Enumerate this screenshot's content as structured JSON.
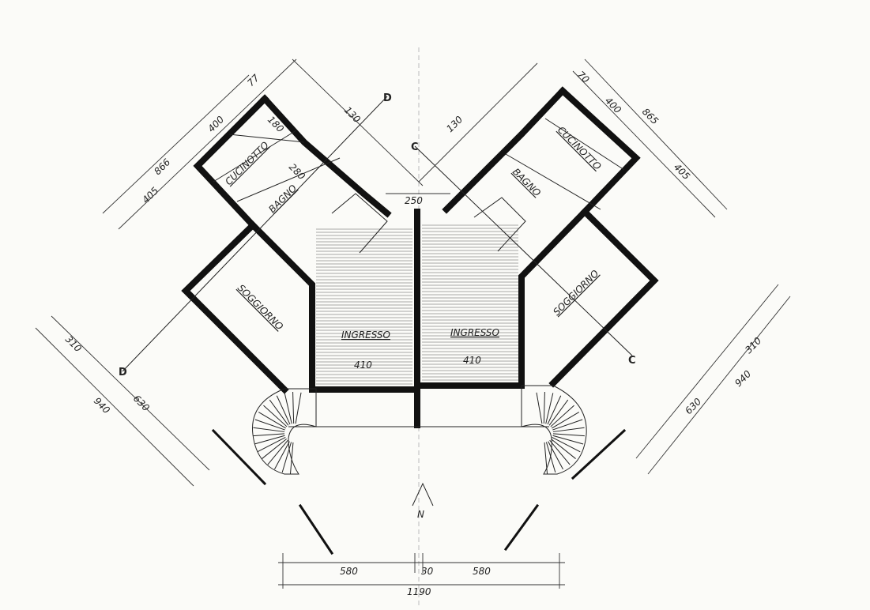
{
  "rooms": {
    "cucina_left": "CUCINOTTO",
    "bagno_left": "BAGNO",
    "camera_left": "SOGGIORNO",
    "ingresso_left": "INGRESSO",
    "ingresso_right": "INGRESSO",
    "cucina_right": "CUCINOTTO",
    "bagno_right": "BAGNO",
    "camera_right": "SOGGIORNO"
  },
  "dimensions": {
    "top_left_total": "866",
    "top_left_a": "400",
    "top_left_b": "405",
    "top_left_small": "77",
    "top_left_c": "180",
    "top_left_d": "280",
    "top_left_e": "130",
    "top_center": "250",
    "top_right_a": "130",
    "top_right_total": "865",
    "top_right_b": "400",
    "top_right_c": "405",
    "top_right_small": "70",
    "left_total": "940",
    "left_a": "310",
    "left_b": "630",
    "right_total": "940",
    "right_a": "310",
    "right_b": "630",
    "bottom_total": "1190",
    "bottom_a": "580",
    "bottom_b": "30",
    "bottom_c": "580",
    "ingresso_left_w": "410",
    "ingresso_right_w": "410"
  },
  "section_marks": {
    "left_top": "D",
    "left_bottom": "D",
    "right_top": "C",
    "right_bottom": "C"
  },
  "north": "N"
}
